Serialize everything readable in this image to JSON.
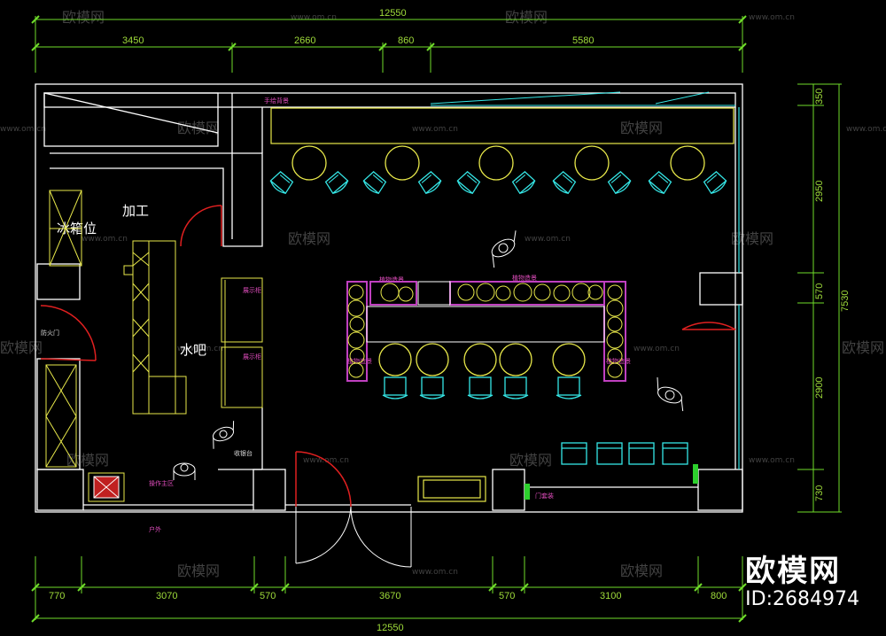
{
  "dims_top": {
    "total": "12550",
    "segments": [
      "3450",
      "2660",
      "860",
      "5580"
    ]
  },
  "dims_bottom": {
    "total": "12550",
    "segments": [
      "770",
      "3070",
      "570",
      "3670",
      "570",
      "3100",
      "800"
    ]
  },
  "dims_right": {
    "total": "7530",
    "segments": [
      "350",
      "2950",
      "570",
      "2900",
      "730"
    ]
  },
  "rooms": {
    "fridge": "冰箱位",
    "processing": "加工",
    "water_bar": "水吧",
    "fire_door": "防火门",
    "console": "操作主区",
    "display1": "展示柜",
    "display2": "展示柜",
    "cash": "收银台",
    "outdoor": "户外",
    "wall_label": "手绘背景",
    "green1": "植物造景",
    "green2": "植物造景",
    "green3": "植物造景",
    "green4": "植物造景",
    "door_label": "门套装"
  },
  "watermark": {
    "brand": "欧模网",
    "url": "www.om.cn"
  },
  "brand_id": {
    "name": "欧模网",
    "id": "ID:2684974"
  },
  "colors": {
    "wall": "#ffffff",
    "dimension": "#9fdc3a",
    "furniture": "#e8e84a",
    "chair": "#35e6e6",
    "counter": "#c040c0",
    "door": "#e02020"
  }
}
